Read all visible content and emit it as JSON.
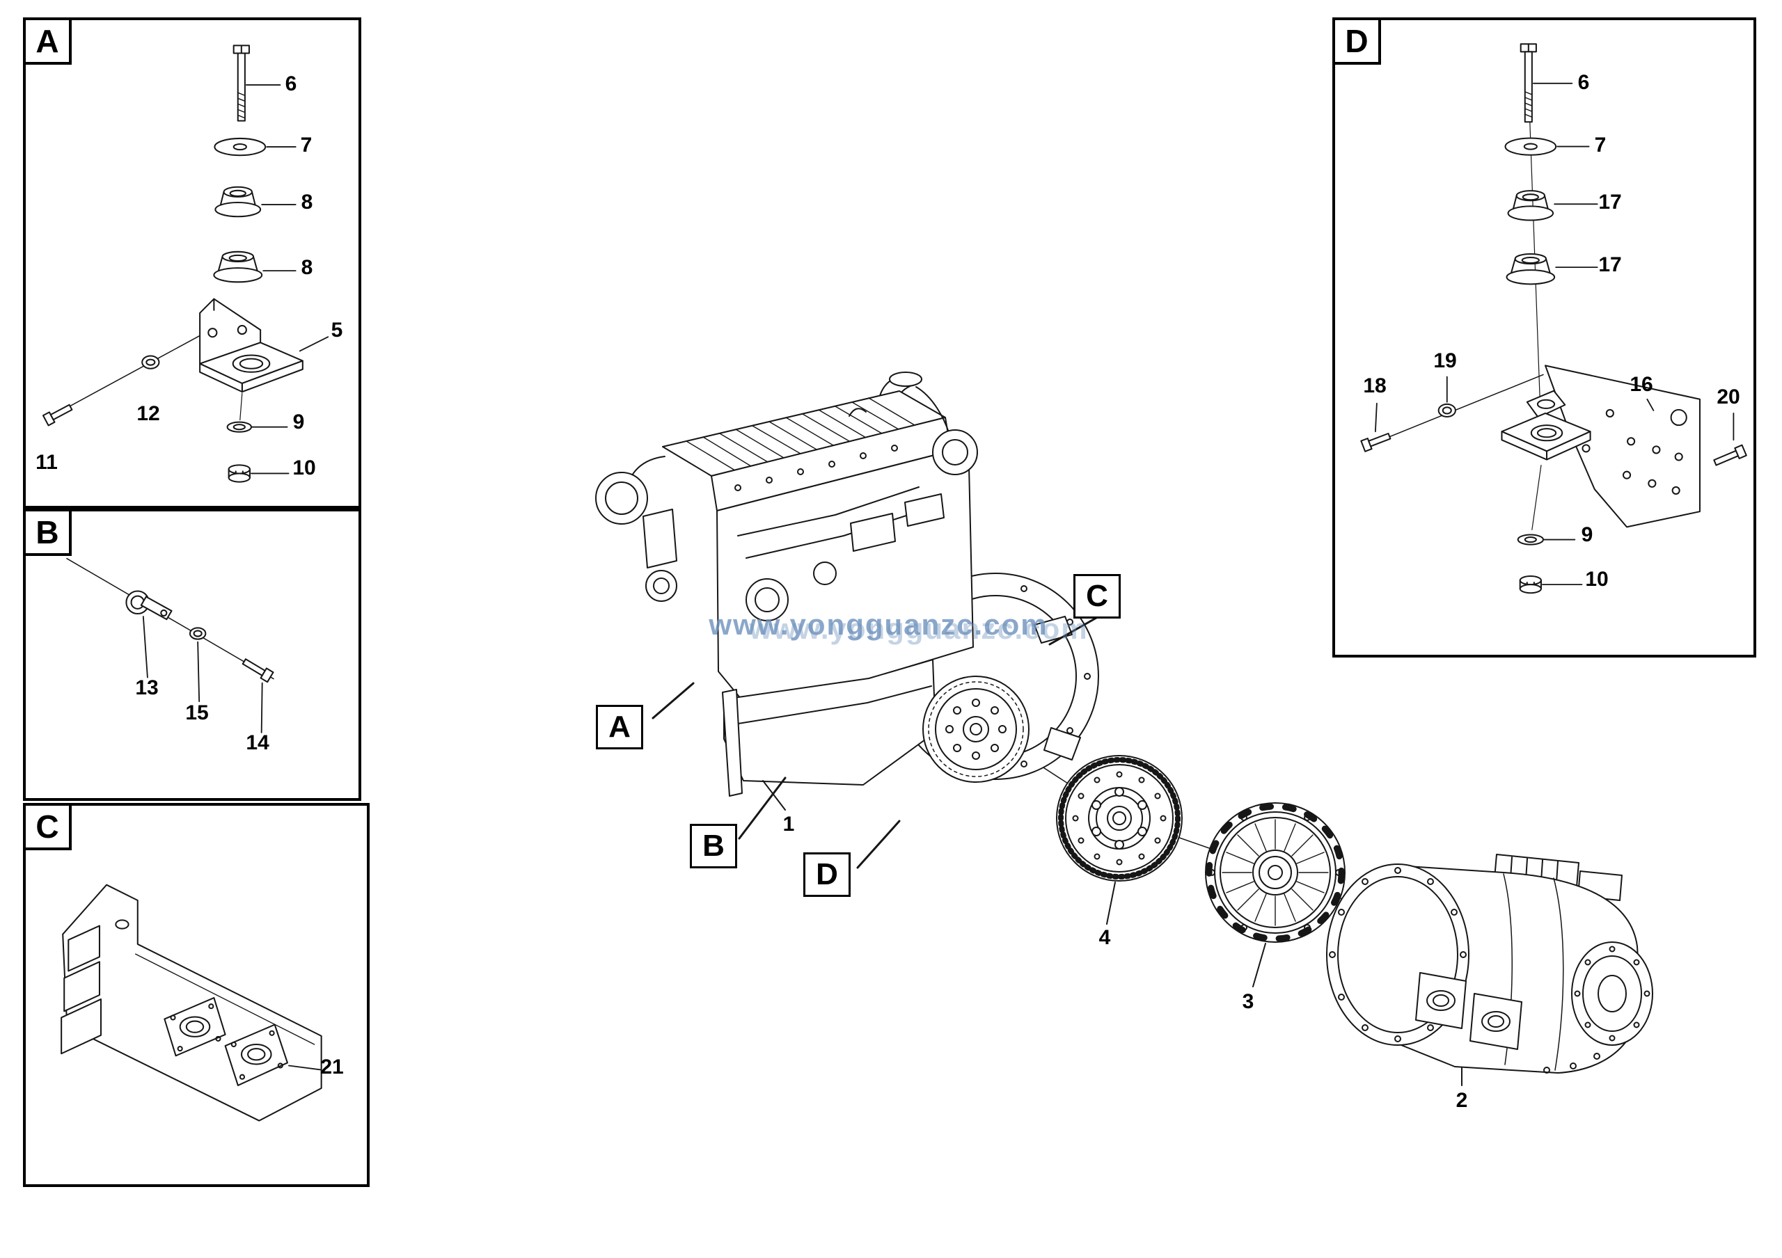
{
  "watermark": {
    "text": "www.yongguanzc.com"
  },
  "panels": {
    "A": {
      "label": "A",
      "parts": {
        "p5": "5",
        "p6": "6",
        "p7": "7",
        "p8a": "8",
        "p8b": "8",
        "p9": "9",
        "p10": "10",
        "p11": "11",
        "p12": "12"
      }
    },
    "B": {
      "label": "B",
      "parts": {
        "p13": "13",
        "p14": "14",
        "p15": "15"
      }
    },
    "C": {
      "label": "C",
      "parts": {
        "p21": "21"
      }
    },
    "D": {
      "label": "D",
      "parts": {
        "p6": "6",
        "p7": "7",
        "p9": "9",
        "p10": "10",
        "p16": "16",
        "p17a": "17",
        "p17b": "17",
        "p18": "18",
        "p19": "19",
        "p20": "20"
      }
    }
  },
  "main": {
    "callouts": {
      "A": "A",
      "B": "B",
      "C": "C",
      "D": "D"
    },
    "parts": {
      "p1": "1",
      "p2": "2",
      "p3": "3",
      "p4": "4"
    }
  }
}
